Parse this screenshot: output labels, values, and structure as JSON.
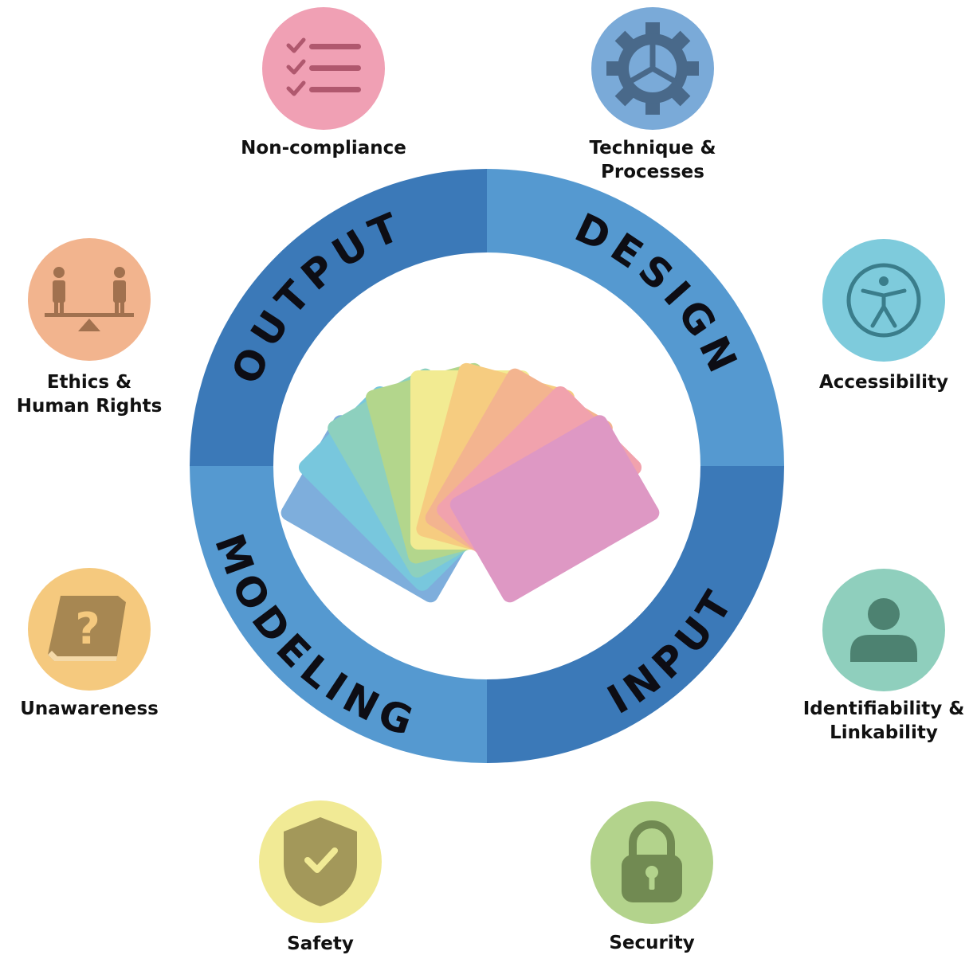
{
  "ring": {
    "quadrants": [
      {
        "id": "design",
        "label": "DESIGN",
        "color": "#5599d0"
      },
      {
        "id": "input",
        "label": "INPUT",
        "color": "#3b79b8"
      },
      {
        "id": "modeling",
        "label": "MODELING",
        "color": "#5599d0"
      },
      {
        "id": "output",
        "label": "OUTPUT",
        "color": "#3b79b8"
      }
    ]
  },
  "categories": [
    {
      "id": "non-compliance",
      "lines": [
        "Non-compliance"
      ],
      "icon": "checklist-icon",
      "color": "#f0a0b4",
      "icon_color": "#b0586e"
    },
    {
      "id": "technique-processes",
      "lines": [
        "Technique &",
        "Processes"
      ],
      "icon": "gear-icon",
      "color": "#7aaad8",
      "icon_color": "#49698a"
    },
    {
      "id": "accessibility",
      "lines": [
        "Accessibility"
      ],
      "icon": "accessibility-icon",
      "color": "#7ecbdc",
      "icon_color": "#3a7d8b"
    },
    {
      "id": "identifiability-linkability",
      "lines": [
        "Identifiability &",
        "Linkability"
      ],
      "icon": "person-icon",
      "color": "#8fcfbd",
      "icon_color": "#4d8271"
    },
    {
      "id": "security",
      "lines": [
        "Security"
      ],
      "icon": "lock-icon",
      "color": "#b3d38c",
      "icon_color": "#718a52"
    },
    {
      "id": "safety",
      "lines": [
        "Safety"
      ],
      "icon": "shield-check-icon",
      "color": "#f1ea95",
      "icon_color": "#a3985a"
    },
    {
      "id": "unawareness",
      "lines": [
        "Unawareness"
      ],
      "icon": "question-book-icon",
      "color": "#f5c97e",
      "icon_color": "#a78752"
    },
    {
      "id": "ethics-human-rights",
      "lines": [
        "Ethics &",
        "Human Rights"
      ],
      "icon": "balance-scale-icon",
      "color": "#f2b48e",
      "icon_color": "#a1714f"
    }
  ],
  "cards": {
    "colors": [
      "#7eaedc",
      "#78c7dd",
      "#8dd0be",
      "#b3d68c",
      "#f2eb92",
      "#f6cc80",
      "#f3b48f",
      "#f1a2ad",
      "#de98c4"
    ]
  }
}
